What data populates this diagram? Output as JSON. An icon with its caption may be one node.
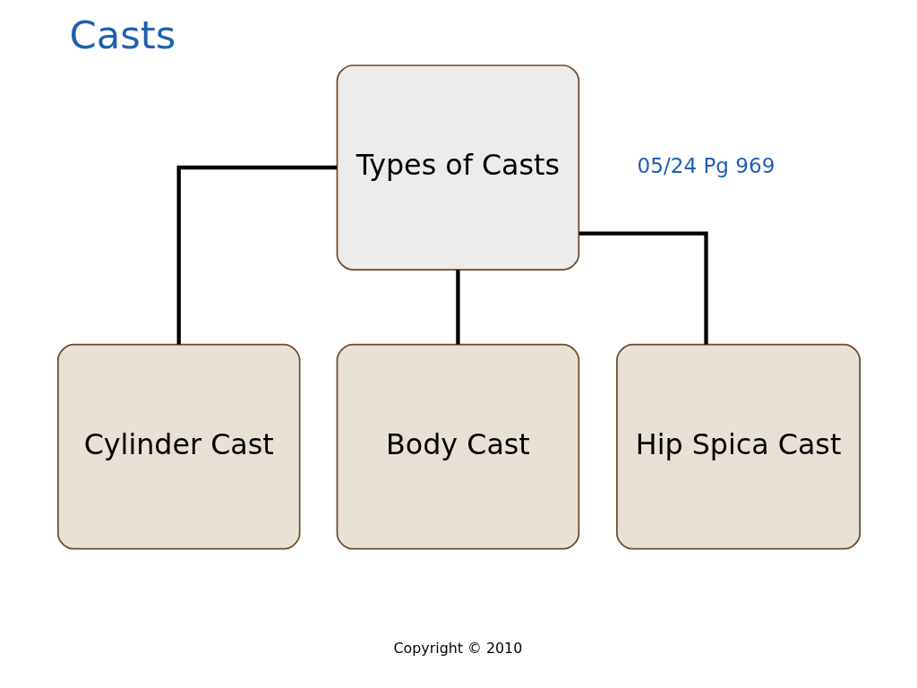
{
  "diagram": {
    "title": "Casts",
    "nodes": [
      {
        "text": [
          "Types of Casts"
        ]
      },
      {
        "text": [
          "Cylinder Cast"
        ]
      },
      {
        "text": [
          "Body Cast"
        ]
      },
      {
        "text": [
          "Hip Spica Cast"
        ]
      }
    ],
    "edges": [
      {
        "from": 0,
        "to": 1,
        "arrow": "none"
      },
      {
        "from": 0,
        "to": 2,
        "arrow": "none"
      },
      {
        "from": 0,
        "to": 3,
        "arrow": "none"
      }
    ],
    "labels": [
      "05/24 Pg 969",
      "Copyright © 2010"
    ]
  }
}
